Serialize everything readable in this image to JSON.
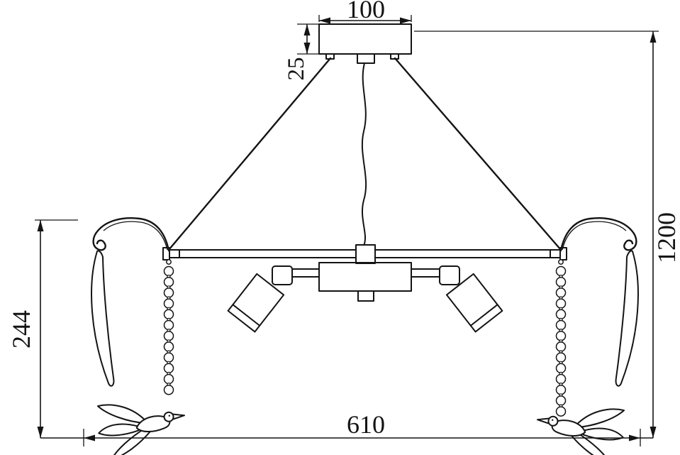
{
  "drawing": {
    "background_color": "#ffffff",
    "line_color": "#141414",
    "dimension_labels": {
      "canopy_width": "100",
      "canopy_height": "25",
      "overall_height": "1200",
      "crystal_drop_height": "244",
      "fixture_width": "610"
    }
  }
}
